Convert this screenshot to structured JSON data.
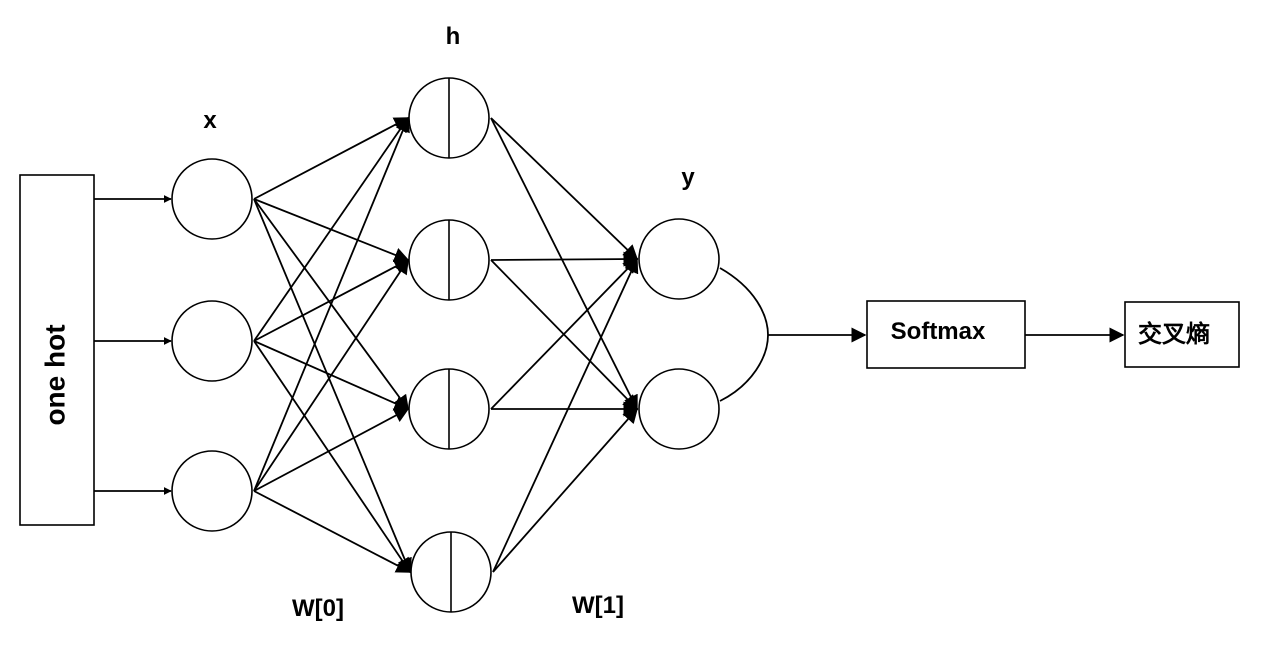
{
  "colors": {
    "stroke": "#000000",
    "background": "#ffffff"
  },
  "input_box": {
    "label": "one hot"
  },
  "layers": {
    "x": {
      "label": "x",
      "node_count": 3
    },
    "h": {
      "label": "h",
      "node_count": 4
    },
    "y": {
      "label": "y",
      "node_count": 2
    }
  },
  "weights": {
    "w0": "W[0]",
    "w1": "W[1]"
  },
  "softmax_box": {
    "label": "Softmax"
  },
  "loss_box": {
    "label": "交叉熵"
  }
}
